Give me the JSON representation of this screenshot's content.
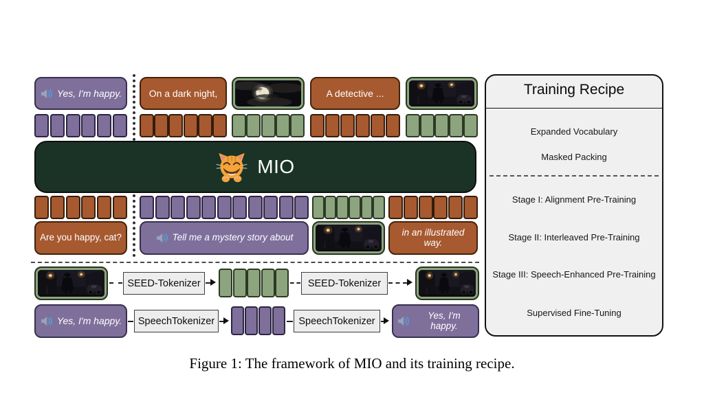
{
  "caption": "Figure 1: The framework of MIO and its training recipe.",
  "colors": {
    "speech_purple": "#7e6f9b",
    "text_brown": "#a7592f",
    "image_green": "#8da57f",
    "mio_dark_green": "#1b3326",
    "panel_gray": "#f0f0f0"
  },
  "mio": {
    "label": "MIO"
  },
  "output_row": {
    "speech": "Yes, I'm happy.",
    "text_a": "On a dark night,",
    "image_a": "moon-night-photo",
    "text_b": "A detective ...",
    "image_b": "detective-street-photo"
  },
  "input_row": {
    "text_a": "Are you happy, cat?",
    "speech": "Tell me a mystery story about",
    "image_a": "detective-street-photo",
    "text_b": "in an illustrated way."
  },
  "token_rows": {
    "output": [
      {
        "color": "purple",
        "count": 6
      },
      {
        "color": "brown",
        "count": 6
      },
      {
        "color": "green",
        "count": 5
      },
      {
        "color": "brown",
        "count": 6
      },
      {
        "color": "green",
        "count": 5
      }
    ],
    "input": [
      {
        "color": "brown",
        "count": 6
      },
      {
        "color": "purple",
        "count": 11
      },
      {
        "color": "green",
        "count": 6
      },
      {
        "color": "brown",
        "count": 6
      }
    ],
    "seed": {
      "color": "green",
      "count": 5
    },
    "speech": {
      "color": "purple",
      "count": 4
    }
  },
  "seed_pipeline": {
    "tokenizer_left": "SEED-Tokenizer",
    "tokenizer_right": "SEED-Tokenizer",
    "input_image": "detective-street-photo",
    "output_image": "detective-street-photo"
  },
  "speech_pipeline": {
    "tokenizer_left": "SpeechTokenizer",
    "tokenizer_right": "SpeechTokenizer",
    "input_speech": "Yes, I'm happy.",
    "output_speech": "Yes, I'm happy."
  },
  "recipe": {
    "title": "Training Recipe",
    "items": [
      "Expanded Vocabulary",
      "Masked Packing",
      "Stage I: Alignment Pre-Training",
      "Stage II: Interleaved Pre-Training",
      "Stage III: Speech-Enhanced Pre-Training",
      "Supervised Fine-Tuning"
    ]
  }
}
